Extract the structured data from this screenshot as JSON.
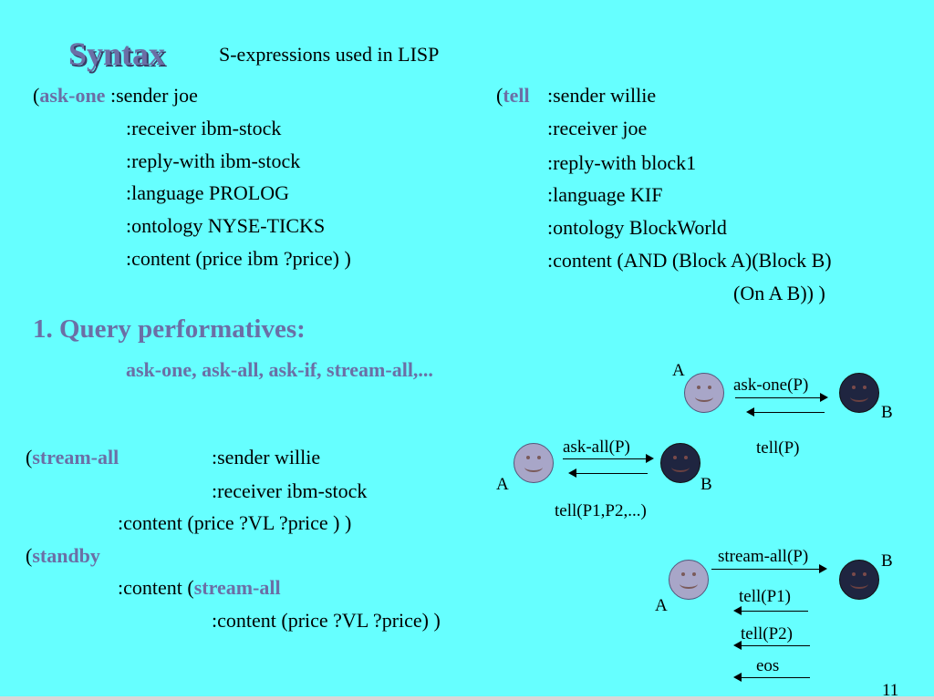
{
  "title": "Syntax",
  "subtitle": "S-expressions used in LISP",
  "ask_one": {
    "open": "(",
    "keyword": "ask-one",
    "lines": [
      ":sender  joe",
      ":receiver  ibm-stock",
      ":reply-with  ibm-stock",
      ":language  PROLOG",
      ":ontology NYSE-TICKS",
      ":content (price  ibm  ?price) )"
    ]
  },
  "tell": {
    "open": "(",
    "keyword": "tell",
    "lines": [
      ":sender  willie",
      ":receiver  joe",
      ":reply-with  block1",
      ":language  KIF",
      ":ontology BlockWorld",
      ":content (AND (Block A)(Block B)",
      "(On  A  B))  )"
    ]
  },
  "section_heading": "1. Query performatives:",
  "performatives": "ask-one, ask-all, ask-if, stream-all,...",
  "stream_all": {
    "open": "(",
    "keyword": "stream-all",
    "sender": ":sender  willie",
    "receiver": ":receiver  ibm-stock",
    "content": ":content (price ?VL  ?price  ) )"
  },
  "standby": {
    "open": "(",
    "keyword": "standby",
    "content_prefix": ":content (",
    "content_keyword": "stream-all",
    "inner_content": ":content   (price  ?VL  ?price) )"
  },
  "diagram1": {
    "agent_a": "A",
    "agent_b": "B",
    "request": "ask-one(P)",
    "reply": "tell(P)"
  },
  "diagram2": {
    "agent_a": "A",
    "agent_b": "B",
    "request": "ask-all(P)",
    "reply": "tell(P1,P2,...)"
  },
  "diagram3": {
    "agent_a": "A",
    "agent_b": "B",
    "request": "stream-all(P)",
    "replies": [
      "tell(P1)",
      "tell(P2)",
      "eos"
    ]
  },
  "page_number": "11",
  "colors": {
    "background": "#66FFFF",
    "keyword": "#6B6FA6",
    "light_face": "#A8A6C8",
    "dark_face": "#1F2540"
  }
}
